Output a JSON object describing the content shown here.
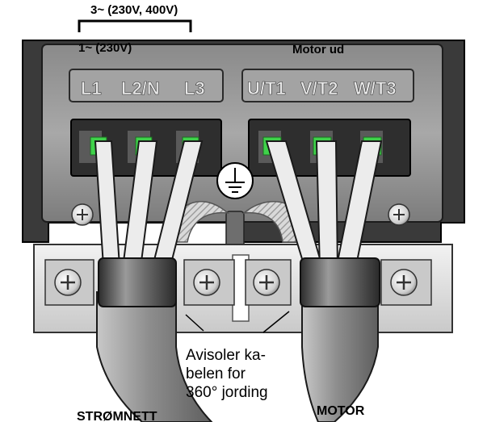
{
  "supply": {
    "three_phase": "3~ (230V, 400V)",
    "single_phase": "1~ (230V)",
    "terminals": [
      "L1",
      "L2/N",
      "L3"
    ]
  },
  "motor_out": {
    "title": "Motor ud",
    "terminals": [
      "U/T1",
      "V/T2",
      "W/T3"
    ]
  },
  "note": {
    "lines": [
      "Avisoler ka-",
      "belen for",
      "360° jording"
    ]
  },
  "labels": {
    "mains": "STRØMNETT",
    "motor": "MOTOR"
  },
  "icons": {
    "ground": "protective-earth-icon",
    "screw": "screw-head-icon"
  },
  "colors": {
    "terminal_green": "#3fd24a",
    "housing_dark": "#3b3b3b",
    "housing_gray": "#9c9c9c",
    "cable_gray": "#9a9a9a"
  }
}
